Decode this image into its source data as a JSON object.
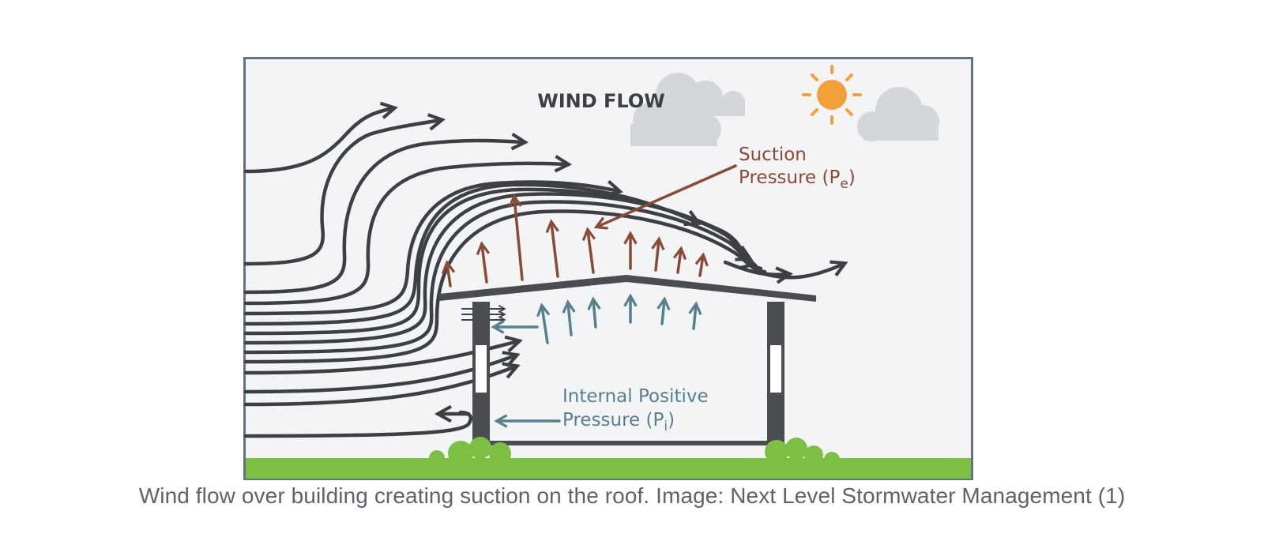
{
  "diagram": {
    "title": "WIND FLOW",
    "suction_label": {
      "line1": "Suction",
      "line2_prefix": "Pressure (P",
      "line2_sub": "e",
      "line2_suffix": ")"
    },
    "internal_label": {
      "line1": "Internal Positive",
      "line2_prefix": "Pressure (P",
      "line2_sub": "i",
      "line2_suffix": ")"
    },
    "colors": {
      "frame": "#5e7482",
      "background": "#f3f4f6",
      "wind": "#3d4043",
      "suction": "#8b4a35",
      "internal": "#56808b",
      "sun": "#f2a13a",
      "cloud": "#d3d7db",
      "grass": "#7cc043",
      "building": "#4a4d50"
    },
    "icons": [
      "sun-icon",
      "cloud-icon"
    ]
  },
  "caption": "Wind flow over building creating suction on the roof. Image: Next Level Stormwater Management (1)"
}
